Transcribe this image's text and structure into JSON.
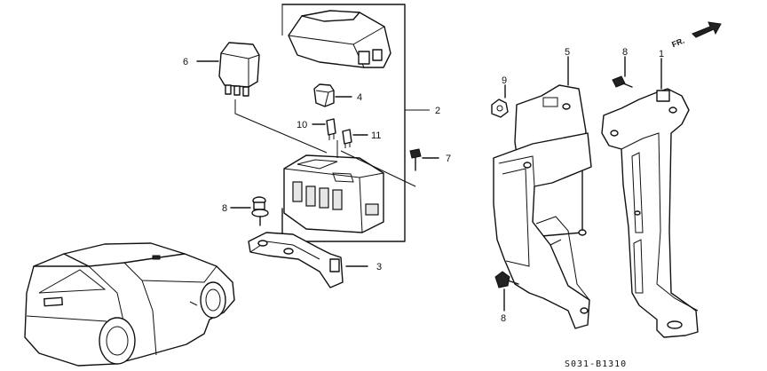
{
  "callouts": {
    "c1": "1",
    "c2": "2",
    "c3": "3",
    "c4": "4",
    "c5": "5",
    "c6": "6",
    "c7": "7",
    "c8a": "8",
    "c8b": "8",
    "c8c": "8",
    "c9": "9",
    "c10": "10",
    "c11": "11"
  },
  "direction_marker": "FR.",
  "diagram_code": "S031-B1310"
}
